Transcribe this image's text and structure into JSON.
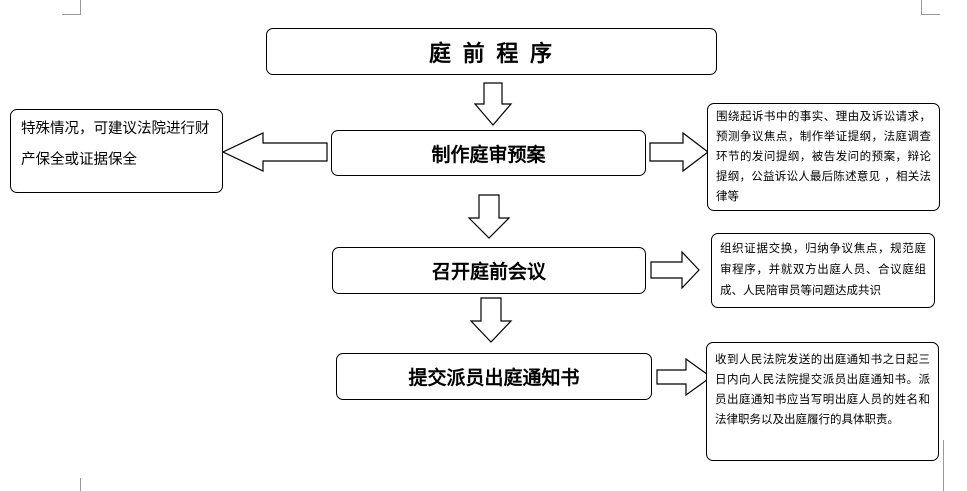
{
  "title": "庭 前 程 序",
  "steps": [
    {
      "label": "制作庭审预案"
    },
    {
      "label": "召开庭前会议"
    },
    {
      "label": "提交派员出庭通知书"
    }
  ],
  "side_note": "特殊情况，可建议法院进行财产保全或证据保全",
  "notes": [
    "围绕起诉书中的事实、理由及诉讼请求，预测争议焦点，制作举证提纲，法庭调查环节的发问提纲，被告发问的预案，辩论提纲，公益诉讼人最后陈述意见 ，相关法律等",
    "组织证据交换，归纳争议焦点，规范庭审程序，并就双方出庭人员、合议庭组成、人民陪审员等问题达成共识",
    "收到人民法院发送的出庭通知书之日起三日内向人民法院提交派员出庭通知书。派员出庭通知书应当写明出庭人员的姓名和法律职务以及出庭履行的具体职责。"
  ]
}
